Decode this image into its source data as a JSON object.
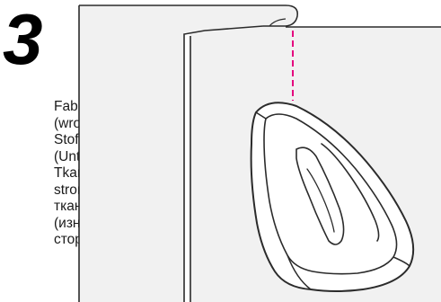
{
  "step": {
    "number": "3"
  },
  "labels": {
    "en": "Fabric\n(wrong side)",
    "de": "Stoff\n(Unterseite)",
    "pl": "Tkanina (lewa\nstrona)",
    "ru": "ткань\n(изнаночная\nсторона)"
  },
  "colors": {
    "fabric_fill": "#f1f1f1",
    "outline": "#2b2b2b",
    "fold_line": "#e5007e",
    "text": "#1a1a1a"
  },
  "icons": {
    "iron": "iron-icon"
  }
}
